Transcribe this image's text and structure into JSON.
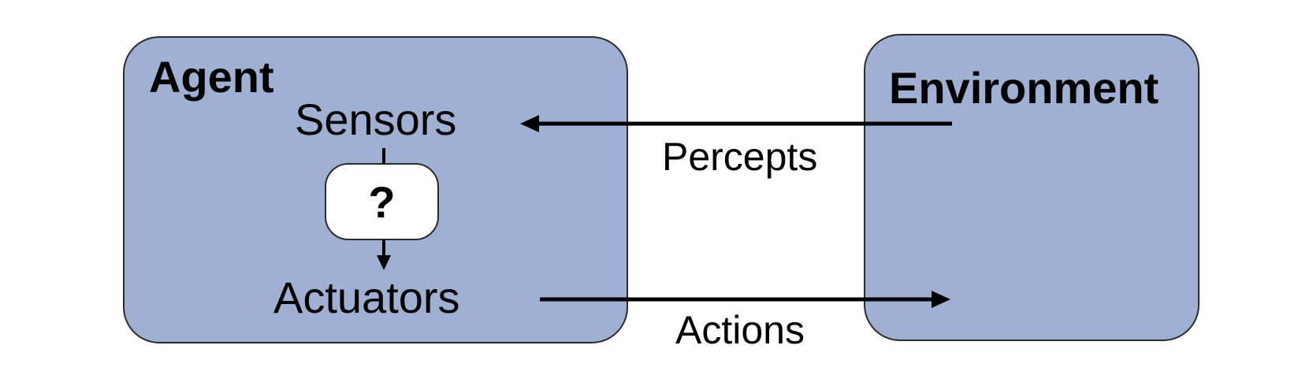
{
  "agent": {
    "title": "Agent",
    "sensors_label": "Sensors",
    "decision_symbol": "?",
    "actuators_label": "Actuators"
  },
  "environment": {
    "title": "Environment"
  },
  "flows": {
    "percepts_label": "Percepts",
    "actions_label": "Actions"
  },
  "colors": {
    "box_fill": "#a0b0d3",
    "border": "#2b2b2b",
    "arrow": "#000000"
  }
}
